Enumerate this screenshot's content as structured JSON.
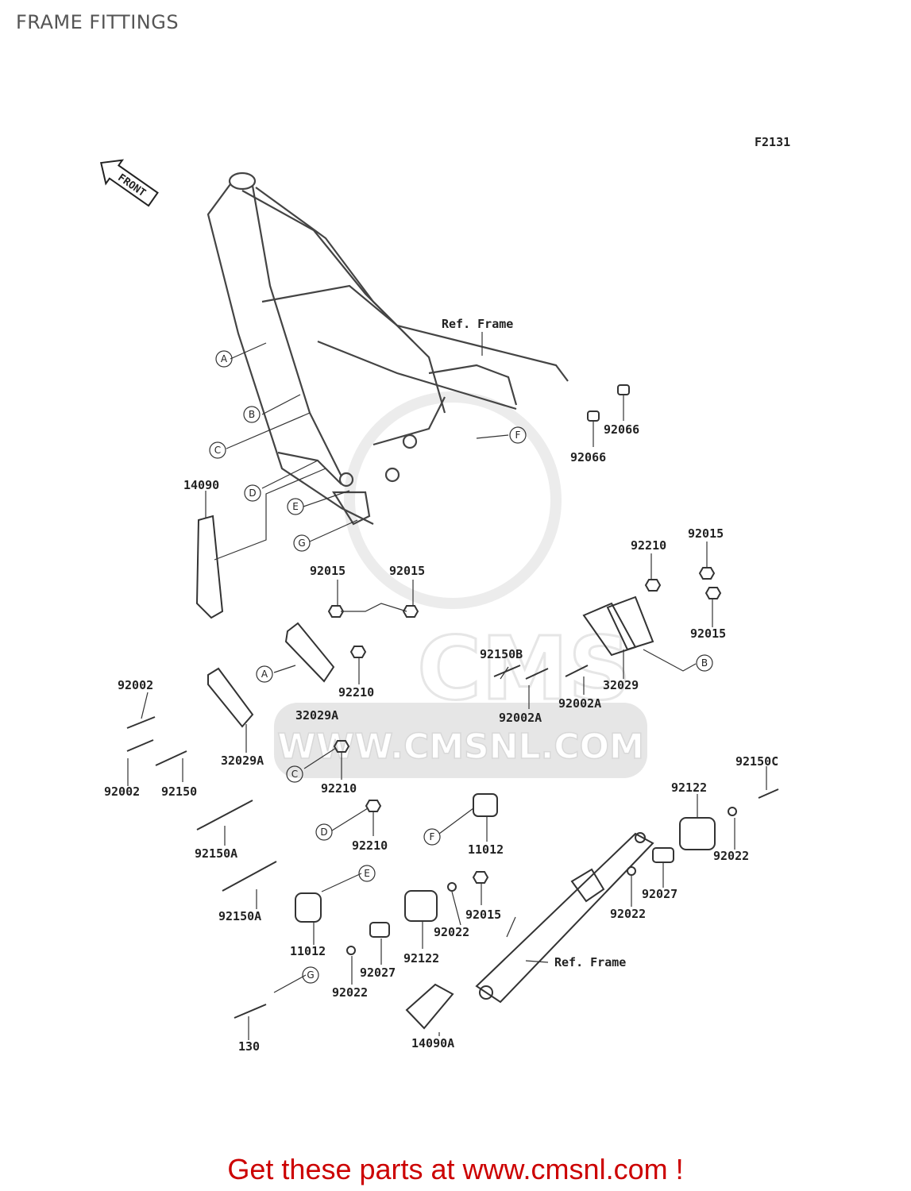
{
  "page": {
    "title": "FRAME FITTINGS",
    "figure_code": "F2131",
    "front_label": "FRONT",
    "watermark": "WWW.CMSNL.COM",
    "watermark_logo": "CMS",
    "footer": "Get these parts at www.cmsnl.com !"
  },
  "refs": {
    "frame_top": "Ref. Frame",
    "frame_bottom": "Ref. Frame"
  },
  "callouts": [
    "A",
    "B",
    "C",
    "D",
    "E",
    "F",
    "G"
  ],
  "parts": {
    "p14090": "14090",
    "p92066a": "92066",
    "p92066b": "92066",
    "p92015a": "92015",
    "p92015b": "92015",
    "p92015c": "92015",
    "p92015d": "92015",
    "p92015e": "92015",
    "p92210a": "92210",
    "p92210b": "92210",
    "p92210c": "92210",
    "p92210d": "92210",
    "p92150b": "92150B",
    "p32029": "32029",
    "p92002a1": "92002A",
    "p92002a2": "92002A",
    "p92002a": "92002",
    "p92002b": "92002",
    "p32029a1": "32029A",
    "p32029a2": "32029A",
    "p92150": "92150",
    "p92150a1": "92150A",
    "p92150a2": "92150A",
    "p92150c": "92150C",
    "p92122a": "92122",
    "p92122b": "92122",
    "p92022a": "92022",
    "p92022b": "92022",
    "p92022c": "92022",
    "p92022d": "92022",
    "p11012a": "11012",
    "p11012b": "11012",
    "p92027a": "92027",
    "p92027b": "92027",
    "p130": "130",
    "p14090a": "14090A"
  }
}
